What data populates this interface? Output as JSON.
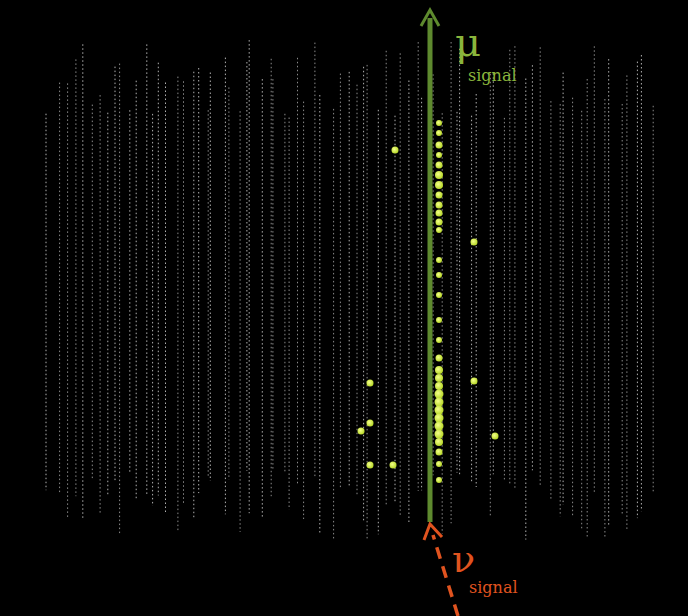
{
  "diagram": {
    "labels": [
      "μ",
      "signal",
      "ν",
      "signal"
    ]
  }
}
